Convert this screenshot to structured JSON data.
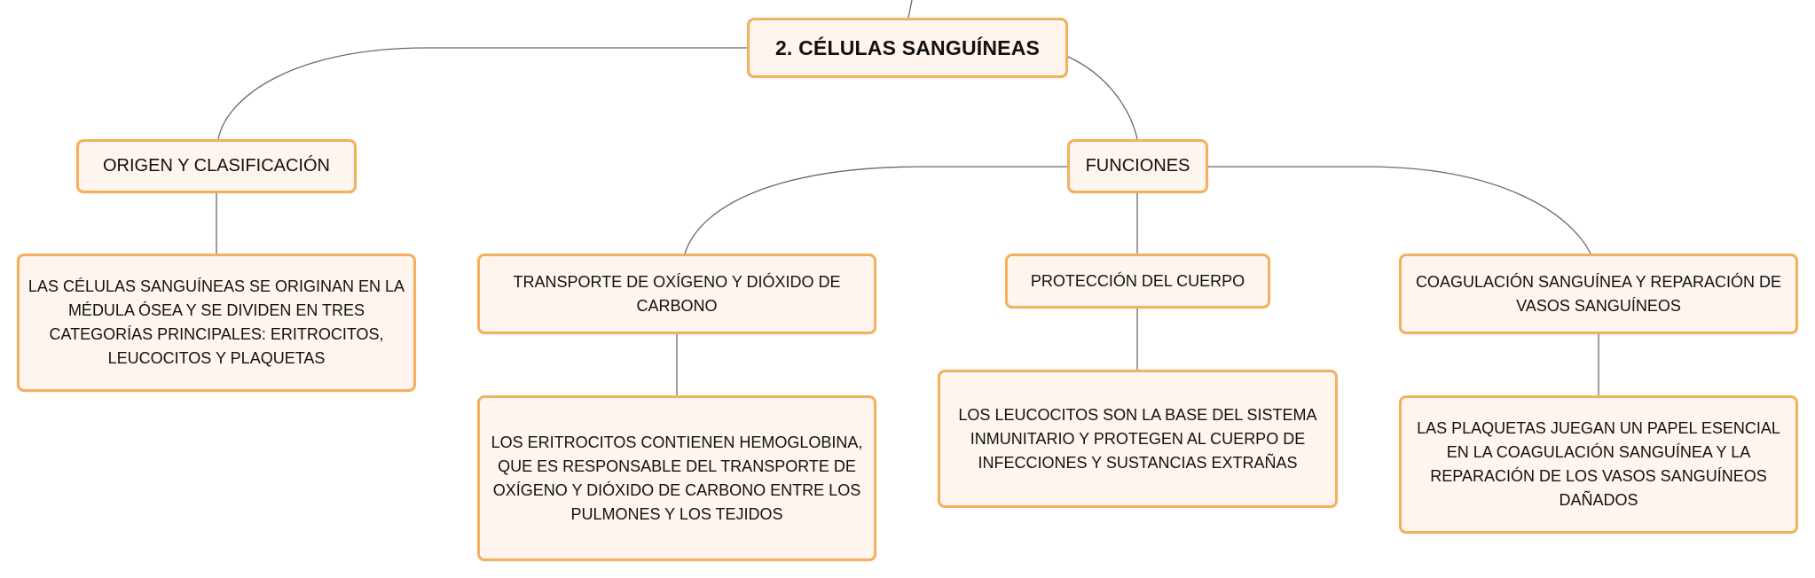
{
  "colors": {
    "node_border": "#f4b05c",
    "node_fill": "#fdf5ee",
    "connector": "#6a6a6a",
    "text": "#111111"
  },
  "root": {
    "label": "2. CÉLULAS SANGUÍNEAS"
  },
  "branches": {
    "origin": {
      "label": "ORIGEN Y CLASIFICACIÓN",
      "detail": "LAS CÉLULAS SANGUÍNEAS SE ORIGINAN EN LA MÉDULA ÓSEA Y SE DIVIDEN EN TRES CATEGORÍAS PRINCIPALES: ERITROCITOS, LEUCOCITOS Y PLAQUETAS"
    },
    "functions": {
      "label": "FUNCIONES",
      "transport": {
        "label": "TRANSPORTE DE OXÍGENO Y DIÓXIDO DE CARBONO",
        "detail": "LOS ERITROCITOS CONTIENEN HEMOGLOBINA, QUE ES RESPONSABLE DEL TRANSPORTE DE OXÍGENO Y DIÓXIDO DE CARBONO ENTRE LOS PULMONES Y LOS TEJIDOS"
      },
      "protection": {
        "label": "PROTECCIÓN DEL CUERPO",
        "detail": "LOS LEUCOCITOS SON LA BASE DEL SISTEMA INMUNITARIO Y PROTEGEN AL CUERPO DE INFECCIONES Y SUSTANCIAS EXTRAÑAS"
      },
      "coagulation": {
        "label": "COAGULACIÓN SANGUÍNEA Y REPARACIÓN DE VASOS SANGUÍNEOS",
        "detail": "LAS PLAQUETAS JUEGAN UN PAPEL ESENCIAL EN LA COAGULACIÓN SANGUÍNEA Y LA REPARACIÓN DE LOS VASOS SANGUÍNEOS DAÑADOS"
      }
    }
  }
}
